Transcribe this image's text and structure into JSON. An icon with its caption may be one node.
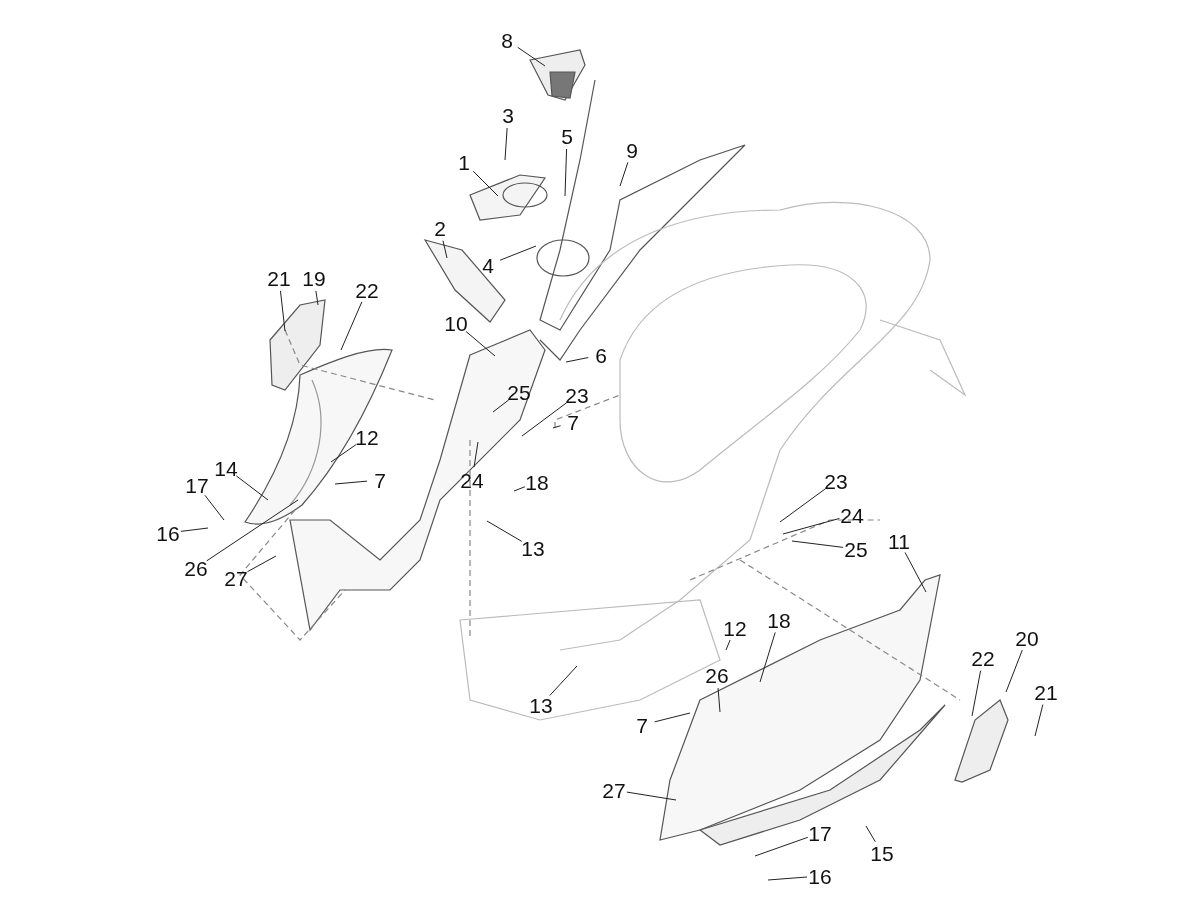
{
  "diagram": {
    "nodes": [
      {
        "text": [
          "8"
        ]
      },
      {
        "text": [
          "3"
        ]
      },
      {
        "text": [
          "5"
        ]
      },
      {
        "text": [
          "9"
        ]
      },
      {
        "text": [
          "1"
        ]
      },
      {
        "text": [
          "2"
        ]
      },
      {
        "text": [
          "4"
        ]
      },
      {
        "text": [
          "19"
        ]
      },
      {
        "text": [
          "21"
        ]
      },
      {
        "text": [
          "22"
        ]
      },
      {
        "text": [
          "10"
        ]
      },
      {
        "text": [
          "6"
        ]
      },
      {
        "text": [
          "25"
        ]
      },
      {
        "text": [
          "23"
        ]
      },
      {
        "text": [
          "7"
        ]
      },
      {
        "text": [
          "14"
        ]
      },
      {
        "text": [
          "12"
        ]
      },
      {
        "text": [
          "7"
        ]
      },
      {
        "text": [
          "24"
        ]
      },
      {
        "text": [
          "18"
        ]
      },
      {
        "text": [
          "17"
        ]
      },
      {
        "text": [
          "16"
        ]
      },
      {
        "text": [
          "26"
        ]
      },
      {
        "text": [
          "27"
        ]
      },
      {
        "text": [
          "13"
        ]
      },
      {
        "text": [
          "23"
        ]
      },
      {
        "text": [
          "24"
        ]
      },
      {
        "text": [
          "25"
        ]
      },
      {
        "text": [
          "11"
        ]
      },
      {
        "text": [
          "12"
        ]
      },
      {
        "text": [
          "18"
        ]
      },
      {
        "text": [
          "26"
        ]
      },
      {
        "text": [
          "7"
        ]
      },
      {
        "text": [
          "13"
        ]
      },
      {
        "text": [
          "22"
        ]
      },
      {
        "text": [
          "20"
        ]
      },
      {
        "text": [
          "21"
        ]
      },
      {
        "text": [
          "27"
        ]
      },
      {
        "text": [
          "17"
        ]
      },
      {
        "text": [
          "15"
        ]
      },
      {
        "text": [
          "16"
        ]
      }
    ],
    "edges": [
      {
        "from": 0,
        "to": null,
        "arrow": "none"
      },
      {
        "from": 1,
        "to": null,
        "arrow": "none"
      },
      {
        "from": 2,
        "to": null,
        "arrow": "none"
      },
      {
        "from": 3,
        "to": null,
        "arrow": "none"
      },
      {
        "from": 4,
        "to": null,
        "arrow": "none"
      },
      {
        "from": 5,
        "to": null,
        "arrow": "none"
      },
      {
        "from": 6,
        "to": null,
        "arrow": "none"
      },
      {
        "from": 7,
        "to": null,
        "arrow": "none"
      },
      {
        "from": 8,
        "to": null,
        "arrow": "none"
      },
      {
        "from": 9,
        "to": null,
        "arrow": "none"
      },
      {
        "from": 10,
        "to": null,
        "arrow": "none"
      },
      {
        "from": 11,
        "to": null,
        "arrow": "none"
      },
      {
        "from": 12,
        "to": null,
        "arrow": "none"
      },
      {
        "from": 13,
        "to": null,
        "arrow": "none"
      },
      {
        "from": 14,
        "to": null,
        "arrow": "none"
      },
      {
        "from": 15,
        "to": null,
        "arrow": "none"
      },
      {
        "from": 16,
        "to": null,
        "arrow": "none"
      },
      {
        "from": 17,
        "to": null,
        "arrow": "none"
      },
      {
        "from": 18,
        "to": null,
        "arrow": "none"
      },
      {
        "from": 19,
        "to": null,
        "arrow": "none"
      },
      {
        "from": 20,
        "to": null,
        "arrow": "none"
      },
      {
        "from": 21,
        "to": null,
        "arrow": "none"
      },
      {
        "from": 22,
        "to": null,
        "arrow": "none"
      },
      {
        "from": 23,
        "to": null,
        "arrow": "none"
      },
      {
        "from": 24,
        "to": null,
        "arrow": "none"
      },
      {
        "from": 25,
        "to": null,
        "arrow": "none"
      },
      {
        "from": 26,
        "to": null,
        "arrow": "none"
      },
      {
        "from": 27,
        "to": null,
        "arrow": "none"
      },
      {
        "from": 28,
        "to": null,
        "arrow": "none"
      },
      {
        "from": 29,
        "to": null,
        "arrow": "none"
      },
      {
        "from": 30,
        "to": null,
        "arrow": "none"
      },
      {
        "from": 31,
        "to": null,
        "arrow": "none"
      },
      {
        "from": 32,
        "to": null,
        "arrow": "none"
      },
      {
        "from": 33,
        "to": null,
        "arrow": "none"
      },
      {
        "from": 34,
        "to": null,
        "arrow": "none"
      },
      {
        "from": 35,
        "to": null,
        "arrow": "none"
      },
      {
        "from": 36,
        "to": null,
        "arrow": "none"
      },
      {
        "from": 37,
        "to": null,
        "arrow": "none"
      },
      {
        "from": 38,
        "to": null,
        "arrow": "none"
      },
      {
        "from": 39,
        "to": null,
        "arrow": "none"
      },
      {
        "from": 40,
        "to": null,
        "arrow": "none"
      }
    ]
  }
}
